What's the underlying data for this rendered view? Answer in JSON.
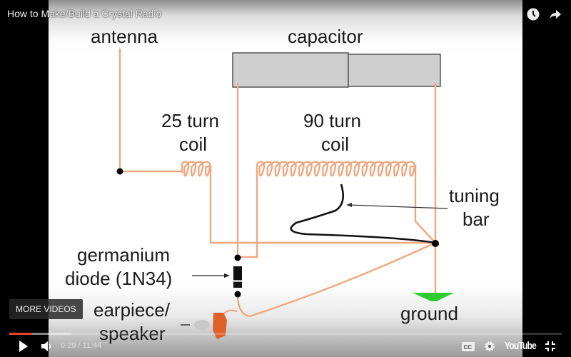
{
  "player": {
    "title": "How to Make/Build a Crystal Radio",
    "more_videos_label": "MORE VIDEOS",
    "current_time": "0:29",
    "duration": "11:44",
    "time_display": "0:29 / 11:44",
    "progress_percent": 4.1,
    "buffered_percent": 11.3,
    "brand": "YouTube",
    "progress_color": "#e6442e",
    "top_icons": [
      "watch-later-icon",
      "share-icon"
    ],
    "bottom_icons": [
      "play-icon",
      "volume-icon",
      "captions-icon",
      "settings-icon",
      "youtube-logo",
      "exit-fullscreen-icon"
    ]
  },
  "diagram": {
    "labels": {
      "antenna": "antenna",
      "capacitor": "capacitor",
      "coil25_line1": "25 turn",
      "coil25_line2": "coil",
      "coil90_line1": "90 turn",
      "coil90_line2": "coil",
      "tuning_line1": "tuning",
      "tuning_line2": "bar",
      "diode_line1": "germanium",
      "diode_line2": "diode (1N34)",
      "earpiece_line1": "earpiece/",
      "earpiece_line2": "speaker",
      "ground": "ground"
    },
    "coil25_turns_drawn": 4,
    "coil90_turns_drawn": 20,
    "colors": {
      "wire": "#f0a880",
      "capacitor": "#cfcfcf",
      "ground": "#2ecc2e",
      "earpiece": "#e0602a"
    }
  }
}
